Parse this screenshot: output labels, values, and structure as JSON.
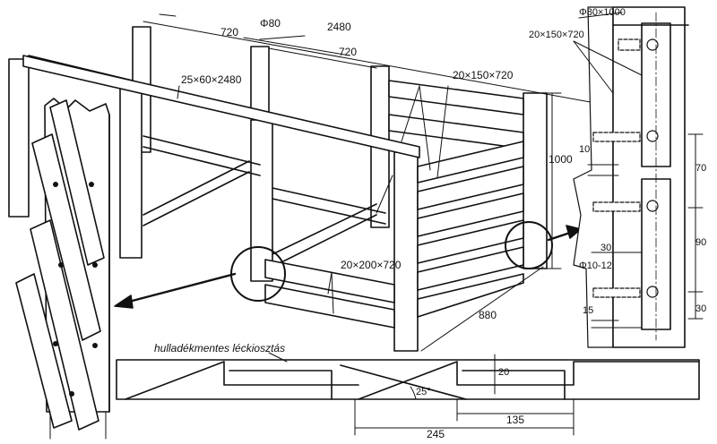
{
  "dimensions": {
    "total_length": "2480",
    "section_a": "720",
    "section_b": "720",
    "stake_diameter": "Φ80",
    "top_rail": "25×60×2480",
    "side_board": "20×150×720",
    "bottom_board": "20×200×720",
    "height": "1000",
    "depth": "880"
  },
  "detail_right": {
    "stake": "Φ80×1000",
    "board": "20×150×720",
    "gap_10": "10",
    "spacing_70": "70",
    "spacing_90": "90",
    "edge_30_top": "30",
    "bolt": "Φ10-12",
    "edge_15": "15",
    "edge_30_bottom": "30"
  },
  "bottom_detail": {
    "title": "hulladékmentes léckiosztás",
    "thickness": "20",
    "angle": "25°",
    "cut_245": "245",
    "cut_135": "135"
  },
  "colors": {
    "ink": "#111111",
    "paper": "#ffffff",
    "hatch": "#555555"
  }
}
